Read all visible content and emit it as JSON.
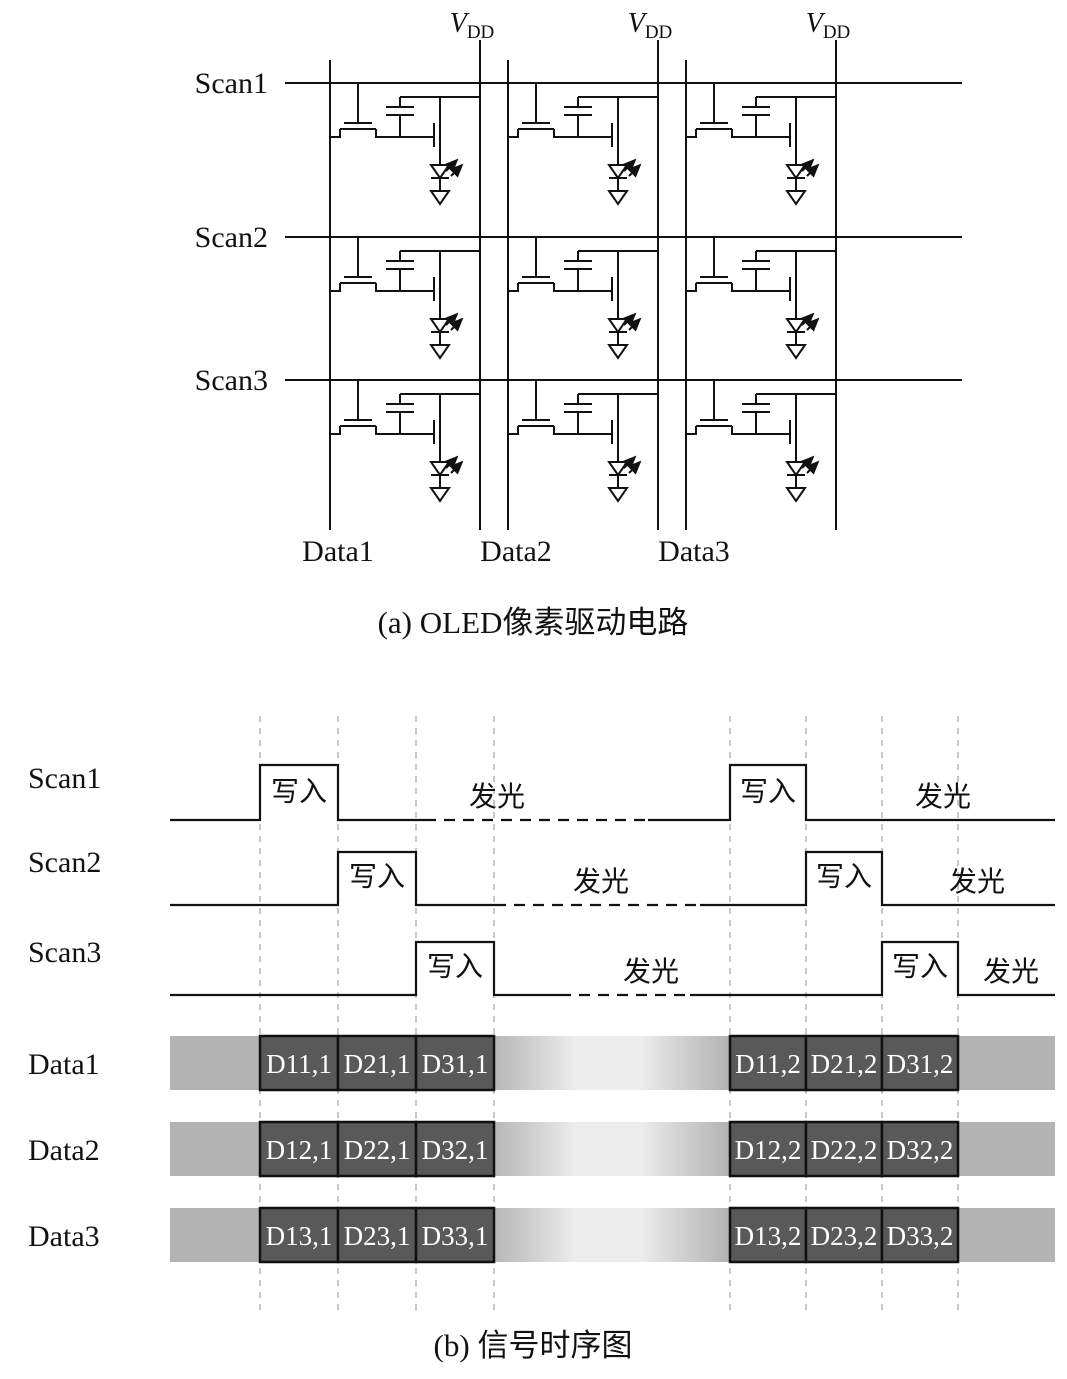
{
  "figure": {
    "caption_a": "(a) OLED像素驱动电路",
    "caption_b": "(b) 信号时序图"
  },
  "circuit": {
    "vdd": {
      "main": "V",
      "sub": "DD"
    },
    "scan_labels": [
      "Scan1",
      "Scan2",
      "Scan3"
    ],
    "data_labels": [
      "Data1",
      "Data2",
      "Data3"
    ]
  },
  "timing": {
    "write_label": "写入",
    "emit_label": "发光",
    "scan_rows": [
      {
        "label": "Scan1"
      },
      {
        "label": "Scan2"
      },
      {
        "label": "Scan3"
      }
    ],
    "data_rows": [
      {
        "label": "Data1",
        "cells": [
          "D11,1",
          "D21,1",
          "D31,1",
          "D11,2",
          "D21,2",
          "D31,2"
        ]
      },
      {
        "label": "Data2",
        "cells": [
          "D12,1",
          "D22,1",
          "D32,1",
          "D12,2",
          "D22,2",
          "D32,2"
        ]
      },
      {
        "label": "Data3",
        "cells": [
          "D13,1",
          "D23,1",
          "D33,1",
          "D13,2",
          "D23,2",
          "D33,2"
        ]
      }
    ]
  },
  "colors": {
    "line": "#111111",
    "band_gray": "#b3b3b3",
    "box_fill": "#595959",
    "box_text": "#ffffff",
    "grid_dash": "#b4b4b4"
  }
}
